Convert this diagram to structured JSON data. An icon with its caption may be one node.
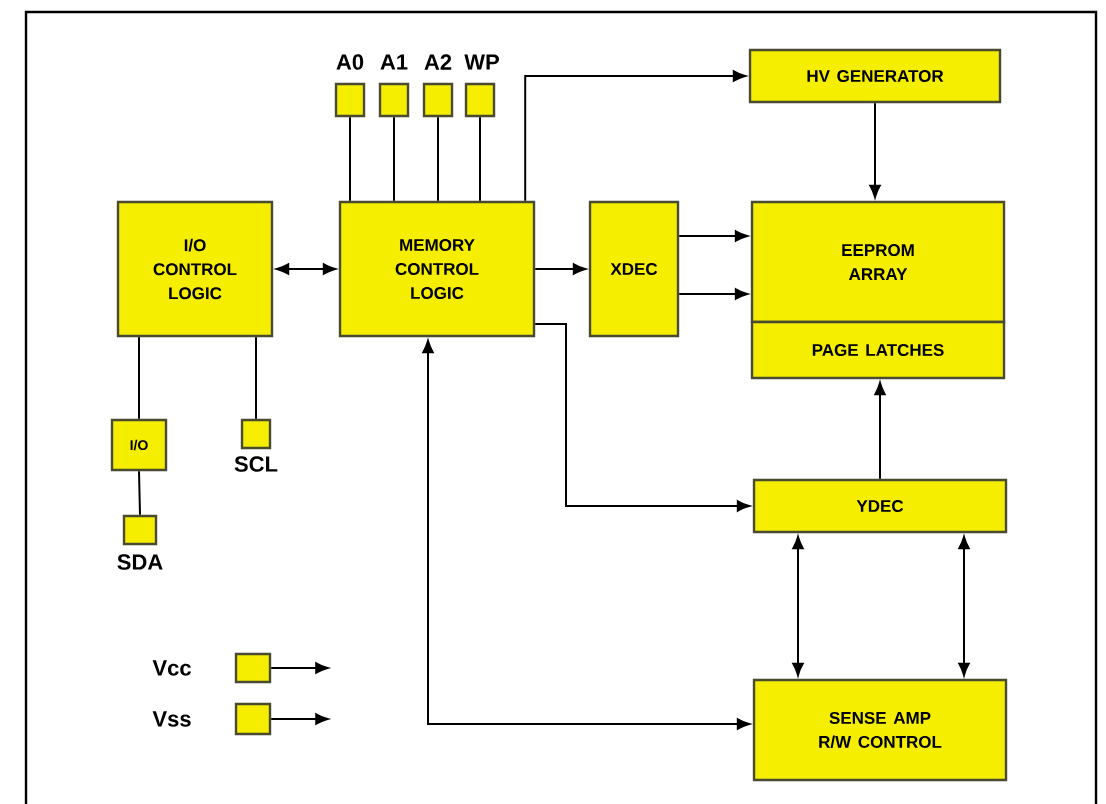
{
  "diagram": {
    "nodes": [
      {
        "text": [
          "I/O CONTROL LOGIC"
        ]
      },
      {
        "text": [
          "MEMORY CONTROL LOGIC"
        ]
      },
      {
        "text": [
          "XDEC"
        ]
      },
      {
        "text": [
          "HV GENERATOR"
        ]
      },
      {
        "text": [
          "EEPROM ARRAY"
        ]
      },
      {
        "text": [
          "PAGE LATCHES"
        ]
      },
      {
        "text": [
          "YDEC"
        ]
      },
      {
        "text": [
          "SENSE AMP R/W CONTROL"
        ]
      },
      {
        "text": [],
        "shape": "box",
        "beside": [
          "A0"
        ]
      },
      {
        "text": [],
        "shape": "box",
        "beside": [
          "A1"
        ]
      },
      {
        "text": [],
        "shape": "box",
        "beside": [
          "A2"
        ]
      },
      {
        "text": [],
        "shape": "box",
        "beside": [
          "WP"
        ]
      },
      {
        "text": [
          "I/O"
        ]
      },
      {
        "text": [],
        "shape": "box",
        "beside": [
          "SDA"
        ]
      },
      {
        "text": [],
        "shape": "box",
        "beside": [
          "SCL"
        ]
      },
      {
        "text": [],
        "shape": "box",
        "beside": [
          "Vcc"
        ]
      },
      {
        "text": [],
        "shape": "box",
        "beside": [
          "Vss"
        ]
      }
    ],
    "edges": [
      {
        "from": 0,
        "to": 1,
        "arrow": "both"
      },
      {
        "from": 8,
        "to": 1,
        "arrow": "none"
      },
      {
        "from": 9,
        "to": 1,
        "arrow": "none"
      },
      {
        "from": 10,
        "to": 1,
        "arrow": "none"
      },
      {
        "from": 11,
        "to": 1,
        "arrow": "none"
      },
      {
        "from": 1,
        "to": 3,
        "arrow": "to"
      },
      {
        "from": 1,
        "to": 2,
        "arrow": "to"
      },
      {
        "from": 2,
        "to": 4,
        "arrow": "to"
      },
      {
        "from": 2,
        "to": 4,
        "arrow": "to"
      },
      {
        "from": 1,
        "to": 6,
        "arrow": "to"
      },
      {
        "from": 3,
        "to": 4,
        "arrow": "to"
      },
      {
        "from": 6,
        "to": 5,
        "arrow": "to"
      },
      {
        "from": 6,
        "to": 7,
        "arrow": "both"
      },
      {
        "from": 6,
        "to": 7,
        "arrow": "both"
      },
      {
        "from": 7,
        "to": 1,
        "arrow": "both"
      },
      {
        "from": 0,
        "to": 12,
        "arrow": "none"
      },
      {
        "from": 12,
        "to": 13,
        "arrow": "none"
      },
      {
        "from": 0,
        "to": 14,
        "arrow": "none"
      },
      {
        "from": 15,
        "to": null,
        "arrow": "to"
      },
      {
        "from": 16,
        "to": null,
        "arrow": "to"
      }
    ]
  }
}
